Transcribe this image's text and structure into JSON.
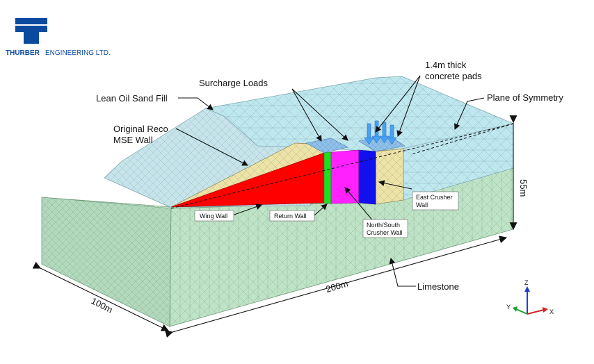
{
  "logo": {
    "brand": "THURBER",
    "tagline": "ENGINEERING LTD.",
    "color": "#0b4a9e"
  },
  "labels": {
    "lean_fill": "Lean Oil Sand Fill",
    "surcharge": "Surcharge Loads",
    "pads_line1": "1.4m thick",
    "pads_line2": "concrete pads",
    "symmetry": "Plane of Symmetry",
    "reco_line1": "Original Reco",
    "reco_line2": "MSE Wall",
    "wing_wall": "Wing Wall",
    "return_wall": "Return Wall",
    "ns_line1": "North/South",
    "ns_line2": "Crusher Wall",
    "east_line1": "East Crusher",
    "east_line2": "Wall",
    "limestone": "Limestone"
  },
  "dimensions": {
    "height": "55m",
    "length": "200m",
    "width": "100m"
  },
  "axes": {
    "z": "Z",
    "y": "Y",
    "x": "X"
  },
  "colors": {
    "limestone": "#bfe3c6",
    "fill": "#bfe7ee",
    "mse": "#ece3a8",
    "wing": "#ff0000",
    "return": "#22dd22",
    "ns_crusher": "#ff22ff",
    "east_crusher": "#1111ee",
    "pads": "#88c8f0",
    "loads": "#5aaaf0"
  }
}
